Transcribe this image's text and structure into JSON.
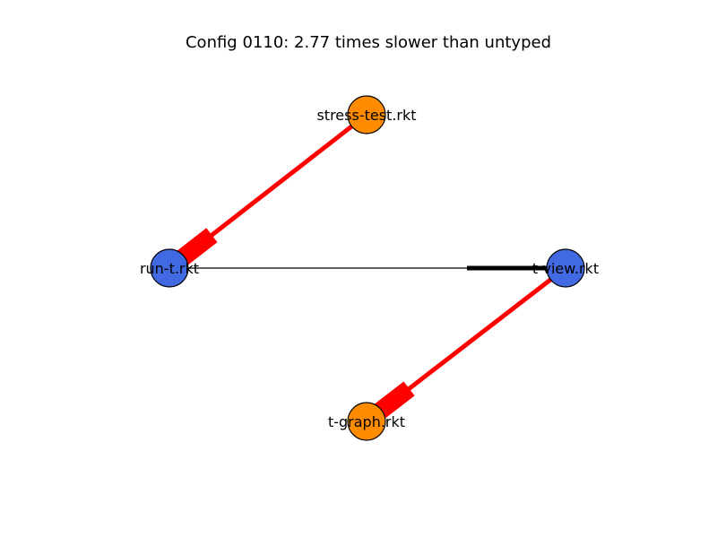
{
  "title": "Config 0110: 2.77 times slower than untyped",
  "colors": {
    "typed_node": "#4169e1",
    "untyped_node": "#ff8c00",
    "boundary_edge": "#ff0000",
    "normal_edge": "#000000"
  },
  "nodes": [
    {
      "id": "stress-test",
      "label": "stress-test.rkt",
      "status": "untyped"
    },
    {
      "id": "run-t",
      "label": "run-t.rkt",
      "status": "typed"
    },
    {
      "id": "t-view",
      "label": "t-view.rkt",
      "status": "typed"
    },
    {
      "id": "t-graph",
      "label": "t-graph.rkt",
      "status": "untyped"
    }
  ],
  "edges": [
    {
      "from": "stress-test",
      "to": "run-t",
      "type": "boundary"
    },
    {
      "from": "run-t",
      "to": "t-view",
      "type": "normal"
    },
    {
      "from": "t-view",
      "to": "t-graph",
      "type": "boundary"
    }
  ]
}
